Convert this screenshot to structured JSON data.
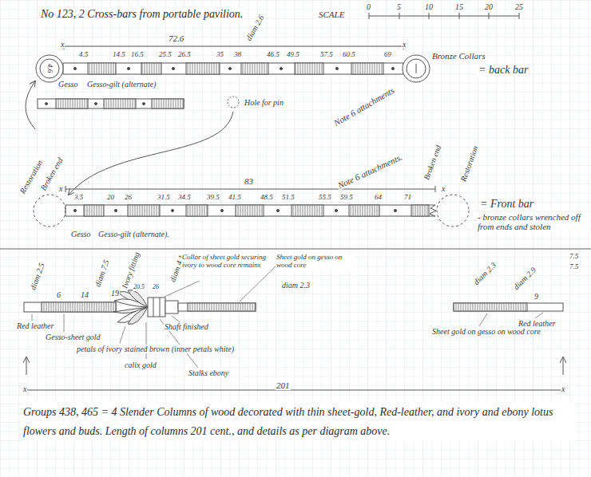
{
  "diagram": {
    "title": "No 123, 2 Cross-bars from portable pavilion.",
    "caption": "Groups 438, 465 = 4 Slender Columns of wood decorated with thin sheet-gold, Red-leather, and ivory and ebony lotus flowers and buds. Length of columns 201 cent., and details as per diagram above.",
    "labels": [
      "SCALE",
      "0",
      "5",
      "10",
      "15",
      "20",
      "25",
      "x",
      "72.6",
      "x",
      "diam 2.6",
      "4.5",
      "14.5",
      "16.5",
      "25.5",
      "26.5",
      "35",
      "38",
      "46.5",
      "49.5",
      "57.5",
      "60.5",
      "69",
      "4.6",
      "Bronze Collars",
      "= back bar",
      "Gesso",
      "Gesso-gilt (alternate)",
      "Hole for pin",
      "Note 6 attachments",
      "Note 6 attachments.",
      "x",
      "83",
      "x",
      "3.5",
      "20",
      "26",
      "31.5",
      "34.5",
      "39.5",
      "41.5",
      "48.5",
      "51.5",
      "55.5",
      "59.5",
      "64",
      "71",
      "Restoration",
      "Broken end",
      "Broken end",
      "Restoration",
      "= Front bar",
      "- bronze collars wrenched off from ends and stolen",
      "Gesso",
      "Gesso-gilt (alternate).",
      "diam 2.5",
      "6",
      "14",
      "diam 7.5",
      "19",
      "Ivory fitting",
      "diam 4.1",
      "Collar of sheet gold securing ivory to wood core remains",
      "Sheet gold on gesso on wood core",
      "diam 2.3",
      "20.5",
      "26",
      "Red leather",
      "Gesso-sheet gold",
      "petals of ivory stained brown (inner petals white)",
      "Shaft finished",
      "calix gold",
      "Stalks ebony",
      "diam 2.3",
      "diam 2.9",
      "7.5",
      "7.5",
      "9",
      "Red leather",
      "Sheet gold on gesso on wood core",
      "x",
      "201",
      "x"
    ]
  }
}
